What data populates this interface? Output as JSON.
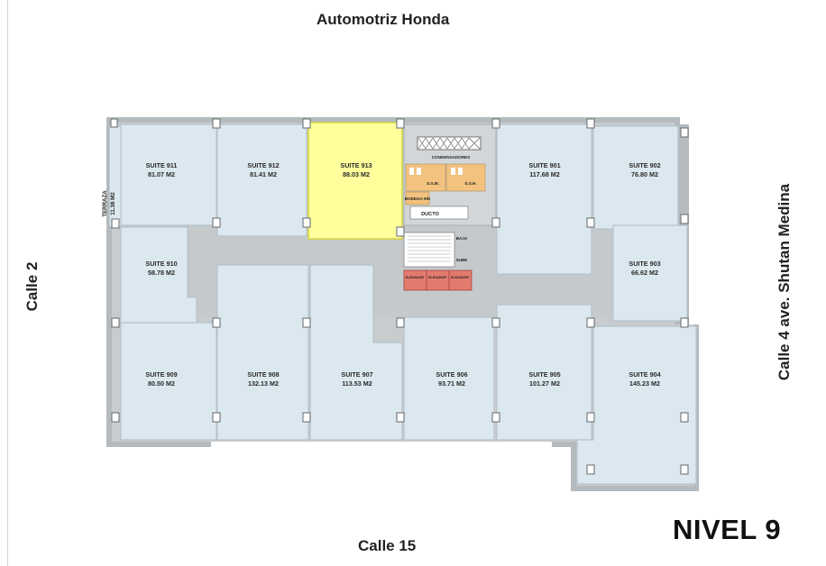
{
  "streets": {
    "north": "Automotriz Honda",
    "south": "Calle 15",
    "west": "Calle 2",
    "east": "Calle 4  ave. Shutan Medina"
  },
  "level": "NIVEL 9",
  "highlight_color": "#ffff9c",
  "suites": [
    {
      "id": "911",
      "name": "SUITE 911",
      "area": "81.07 M2",
      "highlighted": false
    },
    {
      "id": "912",
      "name": "SUITE 912",
      "area": "81.41 M2",
      "highlighted": false
    },
    {
      "id": "913",
      "name": "SUITE 913",
      "area": "88.03 M2",
      "highlighted": true
    },
    {
      "id": "901",
      "name": "SUITE 901",
      "area": "117.68 M2",
      "highlighted": false
    },
    {
      "id": "902",
      "name": "SUITE 902",
      "area": "76.80 M2",
      "highlighted": false
    },
    {
      "id": "910",
      "name": "SUITE 910",
      "area": "58.78 M2",
      "highlighted": false
    },
    {
      "id": "903",
      "name": "SUITE 903",
      "area": "66.62 M2",
      "highlighted": false
    },
    {
      "id": "909",
      "name": "SUITE 909",
      "area": "80.50 M2",
      "highlighted": false
    },
    {
      "id": "908",
      "name": "SUITE 908",
      "area": "132.13 M2",
      "highlighted": false
    },
    {
      "id": "907",
      "name": "SUITE 907",
      "area": "113.53 M2",
      "highlighted": false
    },
    {
      "id": "906",
      "name": "SUITE 906",
      "area": "93.71 M2",
      "highlighted": false
    },
    {
      "id": "905",
      "name": "SUITE 905",
      "area": "101.27 M2",
      "highlighted": false
    },
    {
      "id": "904",
      "name": "SUITE 904",
      "area": "145.23 M2",
      "highlighted": false
    }
  ],
  "terraza": {
    "label": "TERRAZA",
    "area": "11.38 M2"
  },
  "core": {
    "condensadores": "CONDENSADORES",
    "ssm": "S.S.M.",
    "ssh": "S.S.H.",
    "bodega": "BODEGA 9/D",
    "ducto": "DUCTO",
    "baja": "BAJA",
    "sube": "SUBE",
    "elevators": [
      "ELEVADOR",
      "ELEVADOR",
      "ELEVADOR"
    ]
  }
}
